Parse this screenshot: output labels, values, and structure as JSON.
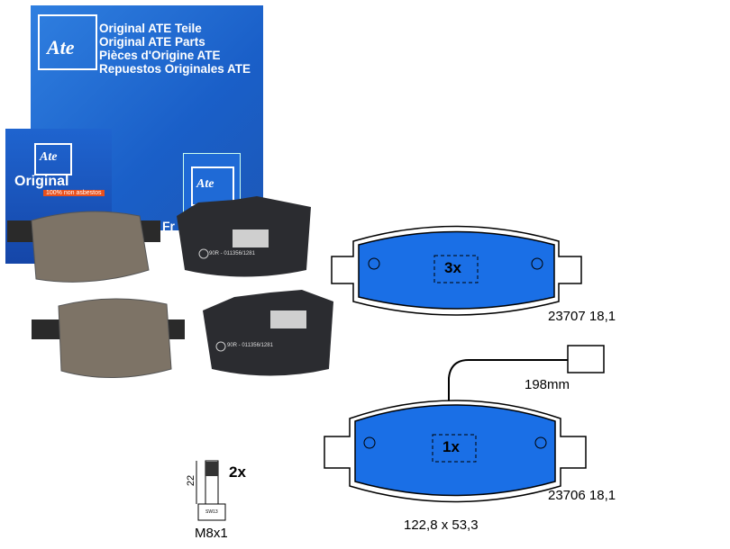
{
  "box": {
    "logo": "Ate",
    "lines": [
      "Original ATE Teile",
      "Original ATE Parts",
      "Pièces d'Origine ATE",
      "Repuestos Originales ATE"
    ]
  },
  "small_box": {
    "logo": "Ate",
    "original": "Original",
    "badge": "100% non asbestos"
  },
  "card": {
    "logo": "Ate",
    "partial_text": "Fr"
  },
  "pad_stamp": "90R - 011356/1281",
  "diagram": {
    "top_pad": {
      "qty": "3x",
      "part": "23707 18,1"
    },
    "wire_length": "198mm",
    "bottom_pad": {
      "qty": "1x",
      "part": "23706 18,1"
    },
    "dimensions": "122,8 x 53,3",
    "bolt": {
      "length": "22",
      "qty": "2x",
      "thread": "M8x1",
      "wrench": "SW13"
    }
  },
  "colors": {
    "pad_blue": "#1a6fe6",
    "box_blue": "#1a5fc8"
  }
}
